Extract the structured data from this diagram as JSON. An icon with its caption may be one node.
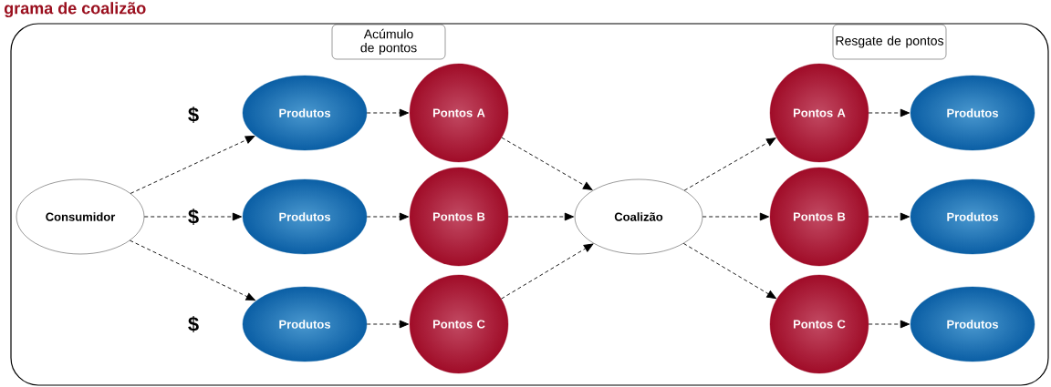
{
  "diagram": {
    "title": "grama de coalizão",
    "nodes": [
      {
        "text": [
          "Acúmulo de pontos"
        ]
      },
      {
        "text": [
          "Resgate de pontos"
        ]
      },
      {
        "text": [
          "Consumidor"
        ]
      },
      {
        "text": [
          "Produtos"
        ]
      },
      {
        "text": [
          "Produtos"
        ]
      },
      {
        "text": [
          "Produtos"
        ]
      },
      {
        "text": [
          "Pontos A"
        ]
      },
      {
        "text": [
          "Pontos B"
        ]
      },
      {
        "text": [
          "Pontos C"
        ]
      },
      {
        "text": [
          "Coalizão"
        ]
      },
      {
        "text": [
          "Pontos A"
        ]
      },
      {
        "text": [
          "Pontos B"
        ]
      },
      {
        "text": [
          "Pontos C"
        ]
      },
      {
        "text": [
          "Produtos"
        ]
      },
      {
        "text": [
          "Produtos"
        ]
      },
      {
        "text": [
          "Produtos"
        ]
      }
    ],
    "edges": [
      {
        "from": 2,
        "to": 3,
        "arrow": "to",
        "style": "dashed"
      },
      {
        "from": 2,
        "to": 4,
        "arrow": "to",
        "style": "dashed"
      },
      {
        "from": 2,
        "to": 5,
        "arrow": "to",
        "style": "dashed"
      },
      {
        "from": 3,
        "to": 6,
        "arrow": "to",
        "style": "dashed"
      },
      {
        "from": 4,
        "to": 7,
        "arrow": "to",
        "style": "dashed"
      },
      {
        "from": 5,
        "to": 8,
        "arrow": "to",
        "style": "dashed"
      },
      {
        "from": 6,
        "to": 9,
        "arrow": "to",
        "style": "dashed"
      },
      {
        "from": 7,
        "to": 9,
        "arrow": "to",
        "style": "dashed"
      },
      {
        "from": 8,
        "to": 9,
        "arrow": "to",
        "style": "dashed"
      },
      {
        "from": 9,
        "to": 10,
        "arrow": "to",
        "style": "dashed"
      },
      {
        "from": 9,
        "to": 11,
        "arrow": "to",
        "style": "dashed"
      },
      {
        "from": 9,
        "to": 12,
        "arrow": "to",
        "style": "dashed"
      },
      {
        "from": 10,
        "to": 13,
        "arrow": "to",
        "style": "dashed"
      },
      {
        "from": 11,
        "to": 14,
        "arrow": "to",
        "style": "dashed"
      },
      {
        "from": 12,
        "to": 15,
        "arrow": "to",
        "style": "dashed"
      }
    ],
    "labels": [
      "$",
      "$",
      "$"
    ]
  }
}
